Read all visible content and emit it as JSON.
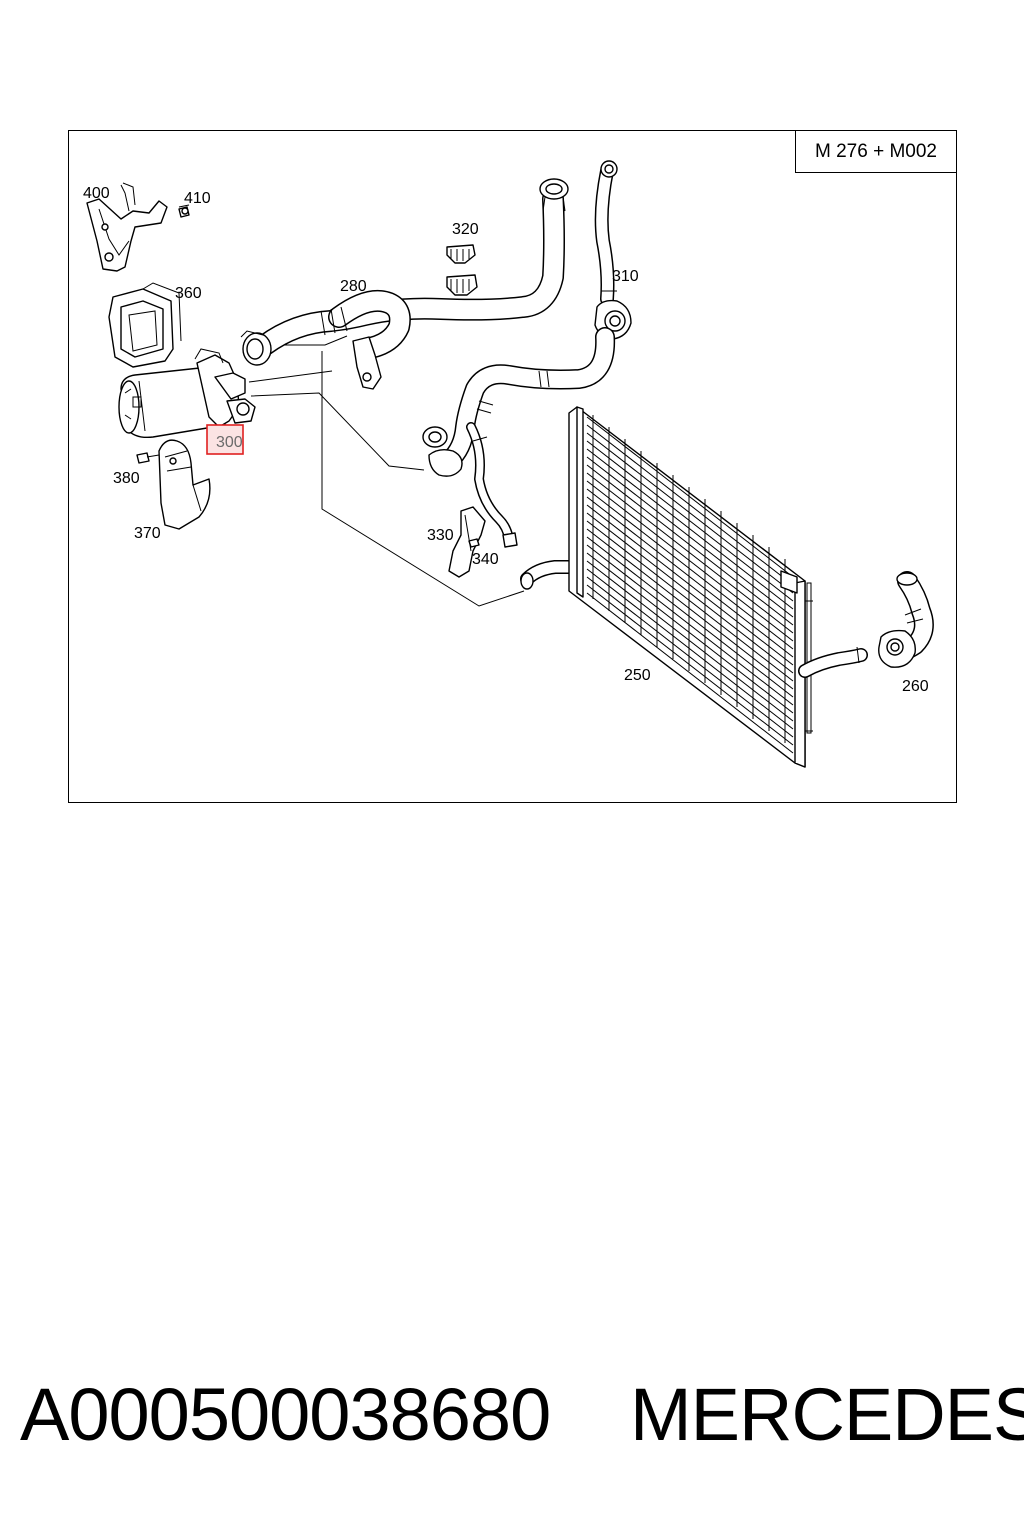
{
  "diagram": {
    "model_label": "M 276 + M002",
    "callouts": {
      "c400": "400",
      "c410": "410",
      "c360": "360",
      "c300": "300",
      "c380": "380",
      "c370": "370",
      "c320": "320",
      "c280": "280",
      "c310": "310",
      "c330": "330",
      "c340": "340",
      "c250": "250",
      "c260": "260"
    },
    "highlighted_callout": "300",
    "highlight_color": "#e02020",
    "highlight_fill": "#fbe3e3"
  },
  "footer": {
    "part_number": "A000500038680",
    "brand": "MERCEDES"
  }
}
